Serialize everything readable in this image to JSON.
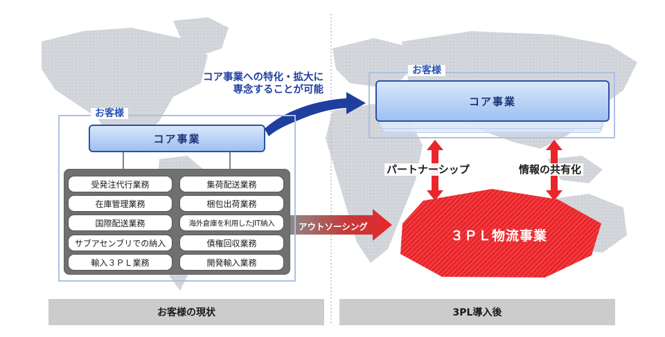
{
  "left": {
    "group_label": "お客様",
    "core_label": "コア事業",
    "operations": [
      "受発注代行業務",
      "集荷配送業務",
      "在庫管理業務",
      "梱包出荷業務",
      "国際配送業務",
      "海外倉庫を利用したJIT納入",
      "サブアセンブリでの納入",
      "債権回収業務",
      "輸入３ＰＬ業務",
      "開発輸入業務"
    ],
    "footer": "お客様の現状"
  },
  "transition": {
    "caption_line1": "コア事業への特化・拡大に",
    "caption_line2": "専念することが可能",
    "outsourcing": "アウトソーシング"
  },
  "right": {
    "group_label": "お客様",
    "core_label": "コア事業",
    "partnership": "パートナーシップ",
    "info_sharing": "情報の共有化",
    "tpl_label": "３ＰＬ物流事業",
    "footer": "3PL導入後"
  },
  "colors": {
    "frame": "#aebfe6",
    "group_label": "#2a52b8",
    "core_border": "#2e4fa4",
    "arrow_blue": "#1f3f9e",
    "tpl_red": "#e8262c",
    "panel_gray": "#707070",
    "footer_gray": "#cccccc"
  }
}
